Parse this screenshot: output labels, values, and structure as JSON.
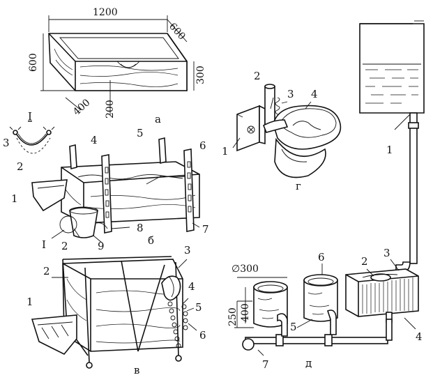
{
  "panels": {
    "a": "а",
    "b": "б",
    "v": "в",
    "g": "г",
    "d": "д"
  },
  "dimensions": {
    "a_length": "1200",
    "a_width": "600",
    "a_height_left": "600",
    "a_height_right": "300",
    "a_depth": "400",
    "a_inner": "200",
    "d_diameter": "∅300",
    "d_height_outer": "250",
    "d_height_inner": "400"
  },
  "detail_marker": "I",
  "detail_title": "I",
  "labels": [
    "1",
    "2",
    "3",
    "4",
    "5",
    "6",
    "7",
    "8",
    "9"
  ],
  "colors": {
    "ink": "#111111",
    "paper": "#ffffff"
  }
}
